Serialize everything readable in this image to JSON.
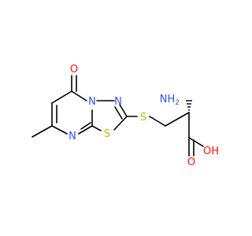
{
  "molecule": {
    "atoms": {
      "carbonyl_o": "O",
      "ring_n_top": "N",
      "thiadiazole_n": "N",
      "ring_n_bottom": "N",
      "ring_s": "S",
      "thioether_s": "S",
      "amine": "NH",
      "amine_sub": "2",
      "acid_o": "O",
      "hydroxyl": "OH"
    },
    "colors": {
      "bond": "#000000",
      "oxygen": "#ff0d0d",
      "nitrogen": "#3050f8",
      "sulfur": "#c6b800",
      "carbon": "#000000"
    }
  }
}
